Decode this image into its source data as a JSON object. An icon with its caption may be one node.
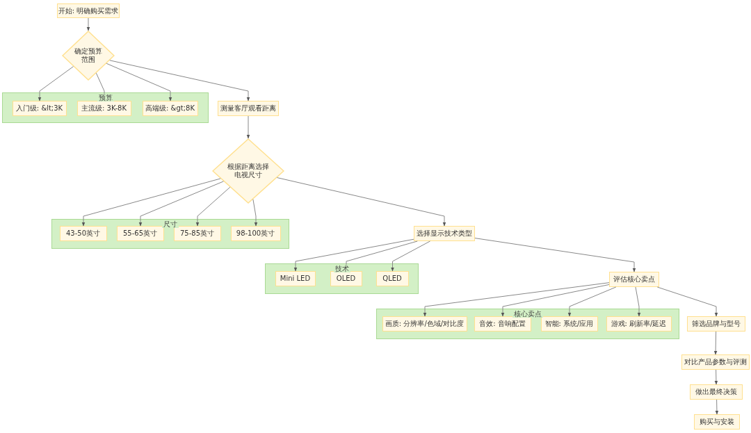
{
  "diagram": {
    "nodes": [
      {
        "text": [
          "开始: 明确购买需求"
        ]
      },
      {
        "text": [
          "确定预算范围"
        ]
      },
      {
        "text": [
          "预算"
        ]
      },
      {
        "text": [
          "入门级: &lt;3K"
        ],
        "in": 2
      },
      {
        "text": [
          "主流级: 3K-8K"
        ],
        "in": 2
      },
      {
        "text": [
          "高端级: &gt;8K"
        ],
        "in": 2
      },
      {
        "text": [
          "测量客厅观看距离"
        ]
      },
      {
        "text": [
          "根据距离选择电视尺寸"
        ]
      },
      {
        "text": [
          "尺寸"
        ]
      },
      {
        "text": [
          "43-50英寸"
        ],
        "in": 8
      },
      {
        "text": [
          "55-65英寸"
        ],
        "in": 8
      },
      {
        "text": [
          "75-85英寸"
        ],
        "in": 8
      },
      {
        "text": [
          "98-100英寸"
        ],
        "in": 8
      },
      {
        "text": [
          "选择显示技术类型"
        ]
      },
      {
        "text": [
          "技术"
        ]
      },
      {
        "text": [
          "Mini LED"
        ],
        "in": 14
      },
      {
        "text": [
          "OLED"
        ],
        "in": 14
      },
      {
        "text": [
          "QLED"
        ],
        "in": 14
      },
      {
        "text": [
          "评估核心卖点"
        ]
      },
      {
        "text": [
          "核心卖点"
        ]
      },
      {
        "text": [
          "画质: 分辨率/色域/对比度"
        ],
        "in": 19
      },
      {
        "text": [
          "音效: 音响配置"
        ],
        "in": 19
      },
      {
        "text": [
          "智能: 系统/应用"
        ],
        "in": 19
      },
      {
        "text": [
          "游戏: 刷新率/延迟"
        ],
        "in": 19
      },
      {
        "text": [
          "筛选品牌与型号"
        ]
      },
      {
        "text": [
          "对比产品参数与评测"
        ]
      },
      {
        "text": [
          "做出最终决策"
        ]
      },
      {
        "text": [
          "购买与安装"
        ]
      }
    ],
    "edges": [
      {
        "from": 0,
        "to": 1,
        "arrow": "to"
      },
      {
        "from": 1,
        "to": 3,
        "arrow": "to"
      },
      {
        "from": 1,
        "to": 4,
        "arrow": "to"
      },
      {
        "from": 1,
        "to": 5,
        "arrow": "to"
      },
      {
        "from": 1,
        "to": 6,
        "arrow": "to"
      },
      {
        "from": 6,
        "to": 7,
        "arrow": "to"
      },
      {
        "from": 7,
        "to": 9,
        "arrow": "to"
      },
      {
        "from": 7,
        "to": 10,
        "arrow": "to"
      },
      {
        "from": 7,
        "to": 11,
        "arrow": "to"
      },
      {
        "from": 7,
        "to": 12,
        "arrow": "to"
      },
      {
        "from": 7,
        "to": 13,
        "arrow": "to"
      },
      {
        "from": 13,
        "to": 15,
        "arrow": "to"
      },
      {
        "from": 13,
        "to": 16,
        "arrow": "to"
      },
      {
        "from": 13,
        "to": 17,
        "arrow": "to"
      },
      {
        "from": 13,
        "to": 18,
        "arrow": "to"
      },
      {
        "from": 18,
        "to": 20,
        "arrow": "to"
      },
      {
        "from": 18,
        "to": 21,
        "arrow": "to"
      },
      {
        "from": 18,
        "to": 22,
        "arrow": "to"
      },
      {
        "from": 18,
        "to": 23,
        "arrow": "to"
      },
      {
        "from": 18,
        "to": 24,
        "arrow": "to"
      },
      {
        "from": 24,
        "to": 25,
        "arrow": "to"
      },
      {
        "from": 25,
        "to": 26,
        "arrow": "to"
      },
      {
        "from": 26,
        "to": 27,
        "arrow": "to"
      }
    ]
  }
}
